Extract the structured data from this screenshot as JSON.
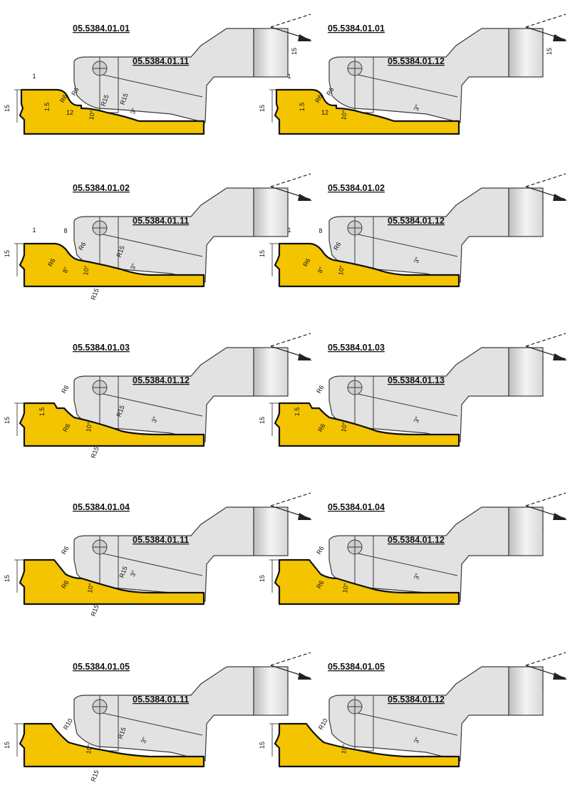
{
  "colors": {
    "tool_fill": "#e2e2e2",
    "tool_stroke": "#3a3a3a",
    "workpiece_fill": "#f5c400",
    "workpiece_stroke": "#111111",
    "background": "#ffffff"
  },
  "panels": [
    {
      "cutter_code": "05.5384.01.01",
      "knife_code": "05.5384.01.11",
      "variant": 1,
      "labels": [
        "15",
        "1",
        "1.5",
        "12",
        "R6",
        "R6",
        "R15",
        "R15",
        "10°",
        "3°",
        "15"
      ]
    },
    {
      "cutter_code": "05.5384.01.01",
      "knife_code": "05.5384.01.12",
      "variant": 1,
      "labels": [
        "15",
        "1",
        "1.5",
        "12",
        "R6",
        "R6",
        "10°",
        "3°",
        "15"
      ]
    },
    {
      "cutter_code": "05.5384.01.02",
      "knife_code": "05.5384.01.11",
      "variant": 2,
      "labels": [
        "15",
        "1",
        "8",
        "R6",
        "R6",
        "8°",
        "10°",
        "R15",
        "R15",
        "3°"
      ]
    },
    {
      "cutter_code": "05.5384.01.02",
      "knife_code": "05.5384.01.12",
      "variant": 2,
      "labels": [
        "15",
        "1",
        "8",
        "R6",
        "R6",
        "8°",
        "10°",
        "3°"
      ]
    },
    {
      "cutter_code": "05.5384.01.03",
      "knife_code": "05.5384.01.12",
      "variant": 3,
      "labels": [
        "15",
        "1.5",
        "R6",
        "R6",
        "R15",
        "10°",
        "R15",
        "3°"
      ]
    },
    {
      "cutter_code": "05.5384.01.03",
      "knife_code": "05.5384.01.13",
      "variant": 3,
      "labels": [
        "15",
        "1.5",
        "R6",
        "R6",
        "10°",
        "3°"
      ]
    },
    {
      "cutter_code": "05.5384.01.04",
      "knife_code": "05.5384.01.11",
      "variant": 4,
      "labels": [
        "15",
        "R6",
        "R6",
        "R15",
        "10°",
        "R15",
        "3°"
      ]
    },
    {
      "cutter_code": "05.5384.01.04",
      "knife_code": "05.5384.01.12",
      "variant": 4,
      "labels": [
        "15",
        "R6",
        "R6",
        "10°",
        "3°"
      ]
    },
    {
      "cutter_code": "05.5384.01.05",
      "knife_code": "05.5384.01.11",
      "variant": 5,
      "labels": [
        "15",
        "R10",
        "R15",
        "10°",
        "R15",
        "3°"
      ]
    },
    {
      "cutter_code": "05.5384.01.05",
      "knife_code": "05.5384.01.12",
      "variant": 5,
      "labels": [
        "15",
        "R10",
        "10°",
        "3°"
      ]
    }
  ]
}
